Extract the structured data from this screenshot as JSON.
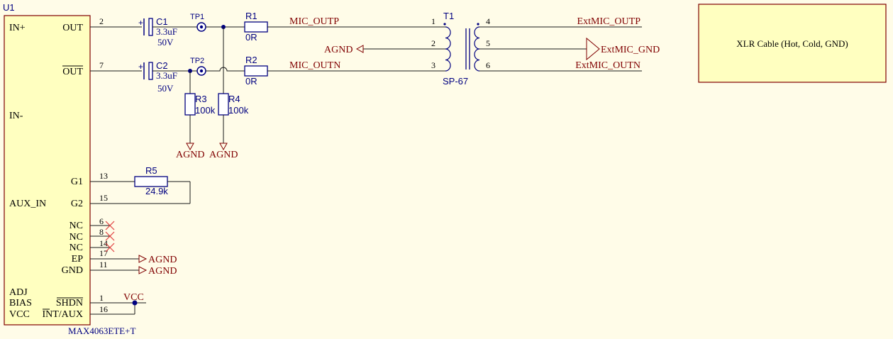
{
  "u1": {
    "designator": "U1",
    "part": "MAX4063ETE+T",
    "pins_left": [
      "IN+",
      "IN-",
      "AUX_IN",
      "ADJ",
      "BIAS",
      "VCC"
    ],
    "pins_right": [
      "OUT",
      "OUT",
      "G1",
      "G2",
      "NC",
      "NC",
      "NC",
      "EP",
      "GND",
      "SHDN",
      "INT/AUX"
    ],
    "pin_numbers": [
      "2",
      "7",
      "13",
      "15",
      "6",
      "8",
      "14",
      "17",
      "11",
      "1",
      "16"
    ]
  },
  "c1": {
    "ref": "C1",
    "value": "3.3uF",
    "voltage": "50V",
    "plus": "+"
  },
  "c2": {
    "ref": "C2",
    "value": "3.3uF",
    "voltage": "50V",
    "plus": "+"
  },
  "tp1": "TP1",
  "tp2": "TP2",
  "r1": {
    "ref": "R1",
    "value": "0R"
  },
  "r2": {
    "ref": "R2",
    "value": "0R"
  },
  "r3": {
    "ref": "R3",
    "value": "100k"
  },
  "r4": {
    "ref": "R4",
    "value": "100k"
  },
  "r5": {
    "ref": "R5",
    "value": "24.9k"
  },
  "t1": {
    "ref": "T1",
    "part": "SP-67",
    "pins": [
      "1",
      "2",
      "3",
      "4",
      "5",
      "6"
    ]
  },
  "nets": {
    "mic_outp": "MIC_OUTP",
    "mic_outn": "MIC_OUTN",
    "ext_outp": "ExtMIC_OUTP",
    "ext_outn": "ExtMIC_OUTN",
    "ext_gnd": "ExtMIC_GND",
    "agnd": "AGND",
    "vcc": "VCC"
  },
  "note": "XLR Cable (Hot, Cold, GND)",
  "colors": {
    "background": "#fffce8",
    "component_fill": "#ffffc0",
    "component_border": "#800000",
    "net_label": "#800000",
    "designator": "#000080",
    "no_connect": "#e04040"
  }
}
